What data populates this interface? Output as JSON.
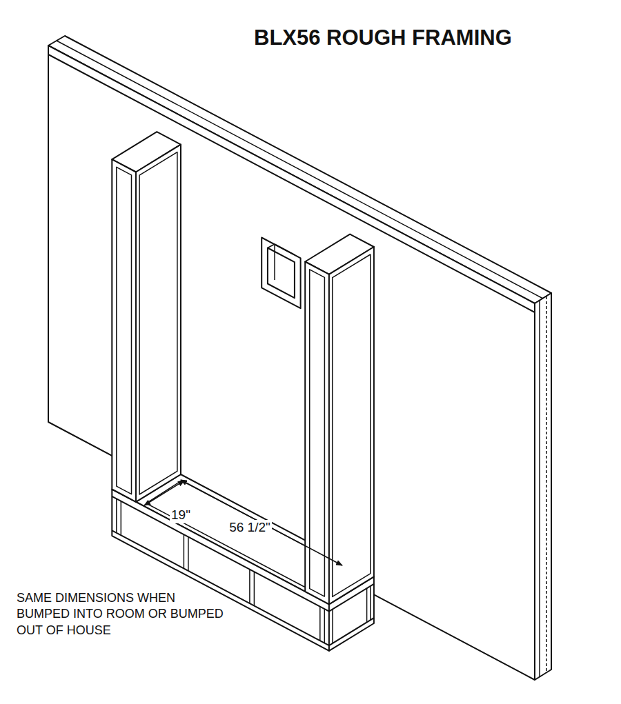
{
  "diagram": {
    "title": "BLX56 ROUGH FRAMING",
    "labels": [
      "19\"",
      "56 1/2\"",
      "SAME DIMENSIONS WHEN BUMPED INTO ROOM OR BUMPED OUT OF HOUSE"
    ]
  }
}
